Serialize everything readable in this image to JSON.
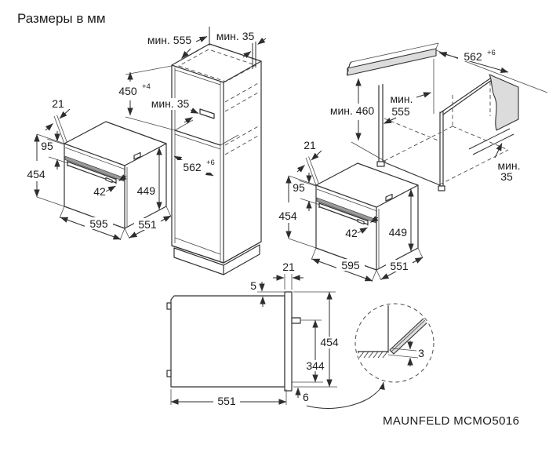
{
  "title": "Размеры в мм",
  "brand": "MAUNFELD MCMO5016",
  "colors": {
    "line": "#333333",
    "shade": "#dcdcdc",
    "handle_band": "#999999",
    "background": "#ffffff"
  },
  "oven_dims": {
    "front_overhang": "21",
    "top_to_handle": "95",
    "height": "454",
    "handle_clearance": "42",
    "side_height": "449",
    "width": "595",
    "depth": "551"
  },
  "cabinet_dims": {
    "top_depth": "мин. 555",
    "rear_wall_gap": "мин. 35",
    "niche_height": "450",
    "niche_height_tolerance": "+4",
    "vent_gap": "мин. 35",
    "inner_depth": "562",
    "inner_depth_tolerance": "+6"
  },
  "niche_dims": {
    "counter_depth": "562",
    "counter_depth_tolerance": "+6",
    "min_height": "мин. 460",
    "min_depth_word": "мин.",
    "min_depth_value": "555",
    "rear_gap_word": "мин.",
    "rear_gap_value": "35"
  },
  "side_view_dims": {
    "top_gap": "5",
    "door_thickness": "21",
    "height": "454",
    "handle_to_bottom": "344",
    "bottom_gap": "6",
    "depth": "551"
  },
  "detail_dims": {
    "door_clearance": "3"
  }
}
